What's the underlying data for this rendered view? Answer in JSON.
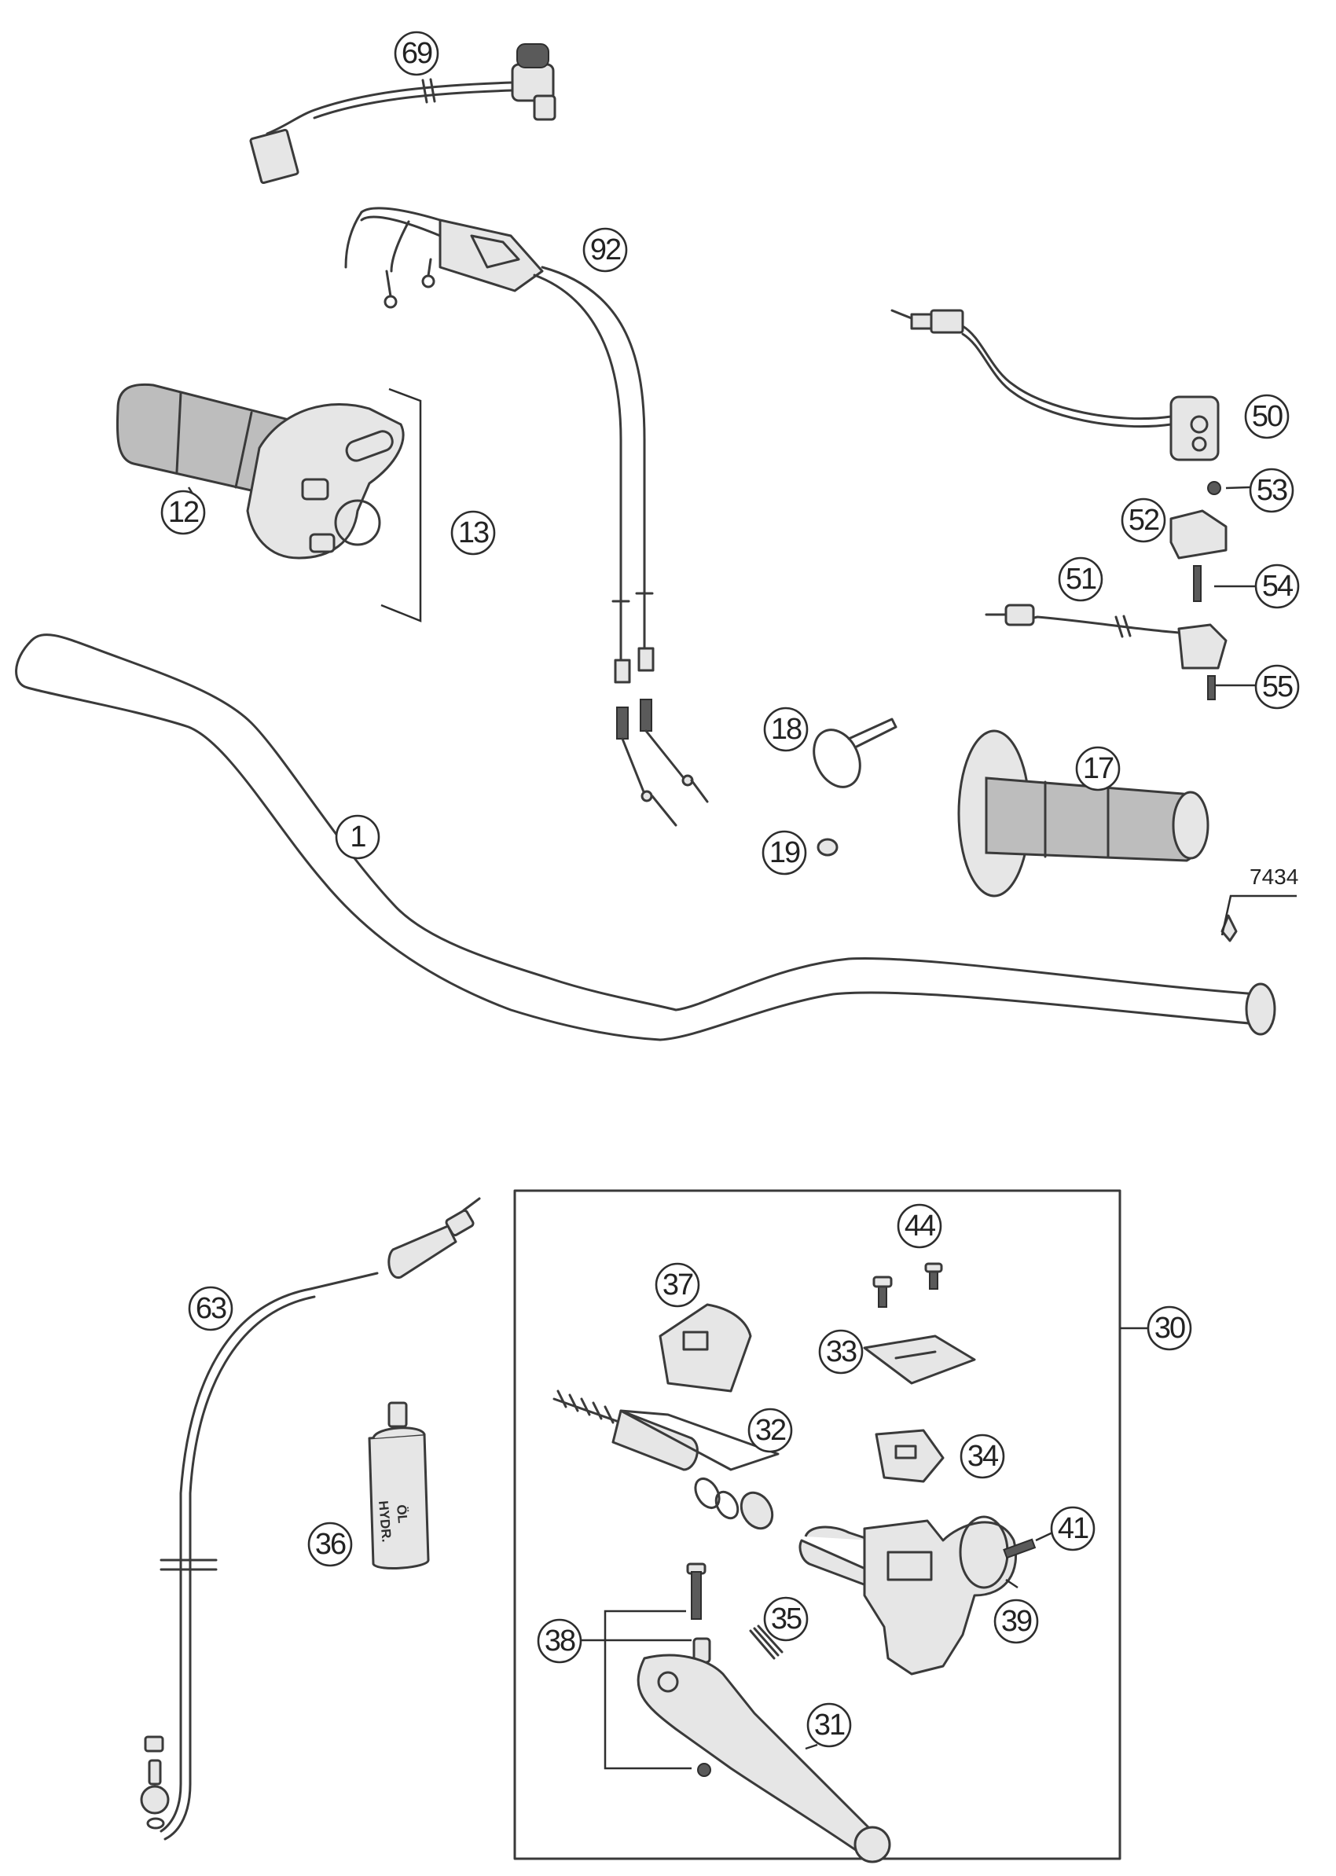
{
  "colors": {
    "line": "#3a3a3a",
    "part_fill": "#e6e6e6",
    "grip": "#bdbdbd",
    "background": "#ffffff"
  },
  "callouts": [
    "69",
    "92",
    "50",
    "53",
    "52",
    "54",
    "51",
    "55",
    "12",
    "13",
    "18",
    "17",
    "19",
    "1",
    "44",
    "37",
    "33",
    "30",
    "63",
    "32",
    "34",
    "41",
    "36",
    "39",
    "38",
    "35",
    "31"
  ],
  "part_number_label": "7434",
  "bottle_label": {
    "line1": "HYDR.",
    "line2": "ÖL"
  }
}
